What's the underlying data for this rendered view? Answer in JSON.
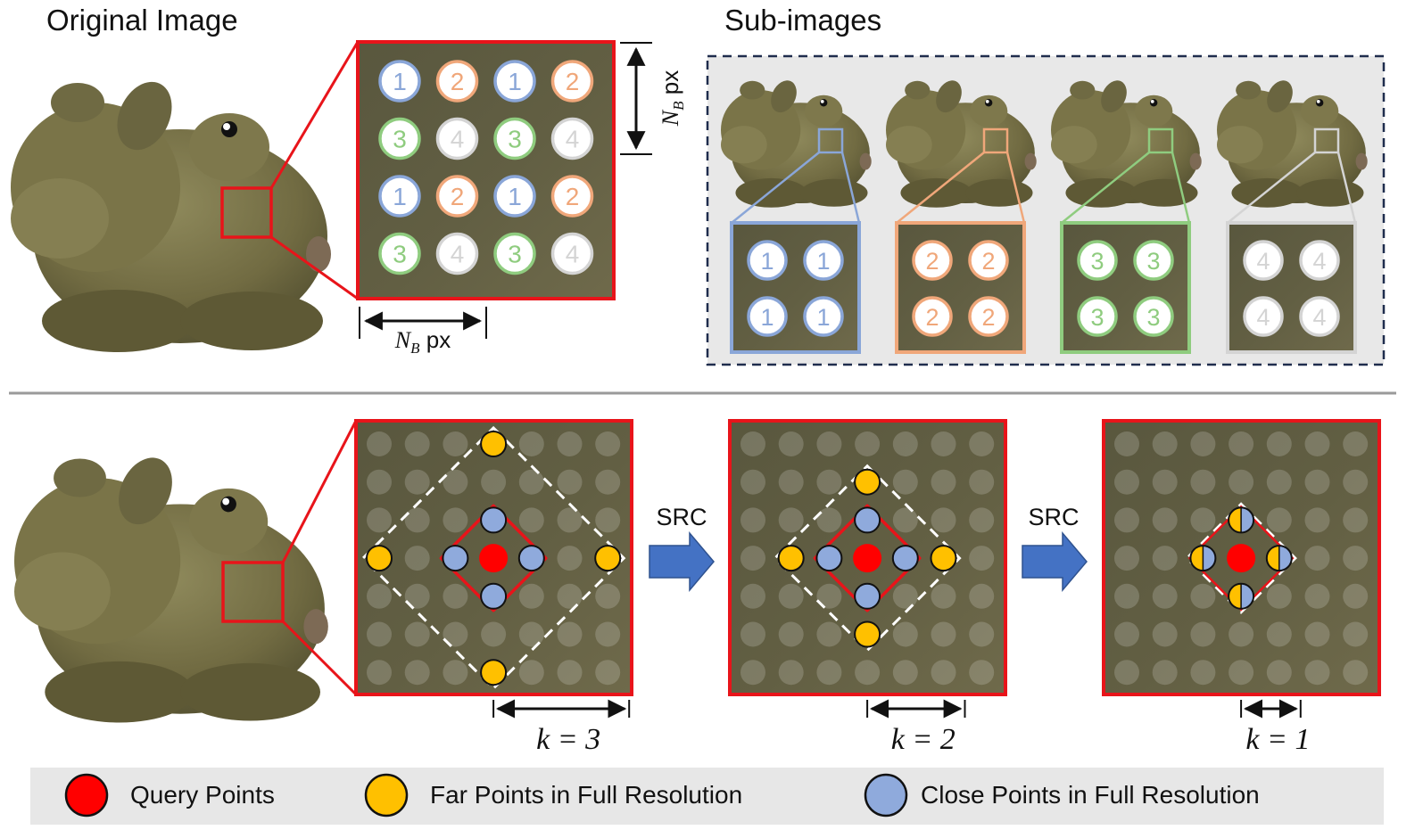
{
  "top": {
    "original_title": "Original Image",
    "subimages_title": "Sub-images",
    "grid_numbers": [
      [
        "1",
        "2",
        "1",
        "2"
      ],
      [
        "3",
        "4",
        "3",
        "4"
      ],
      [
        "1",
        "2",
        "1",
        "2"
      ],
      [
        "3",
        "4",
        "3",
        "4"
      ]
    ],
    "dim_label_main": "N",
    "dim_label_sub": "B",
    "dim_label_unit": " px",
    "sub_groups": [
      {
        "number": "1",
        "color": "#8aa6d8"
      },
      {
        "number": "2",
        "color": "#f0a77a"
      },
      {
        "number": "3",
        "color": "#8fcc7f"
      },
      {
        "number": "4",
        "color": "#d4d4d4"
      }
    ]
  },
  "bottom": {
    "arrow_label": "SRC",
    "panels": [
      {
        "k_label": "k = 3",
        "k": 3
      },
      {
        "k_label": "k = 2",
        "k": 2
      },
      {
        "k_label": "k = 1",
        "k": 1
      }
    ]
  },
  "legend": {
    "query": "Query Points",
    "far": "Far Points in Full Resolution",
    "close": "Close Points in Full Resolution"
  },
  "colors": {
    "query": "#ff0000",
    "far": "#ffc000",
    "close": "#8faadc",
    "frame": "#e8141a",
    "dashed_box": "#1f2d4d",
    "arrow": "#4472c4",
    "panel_bg": "#5d5a3f",
    "legend_bg": "#e7e7e7"
  }
}
